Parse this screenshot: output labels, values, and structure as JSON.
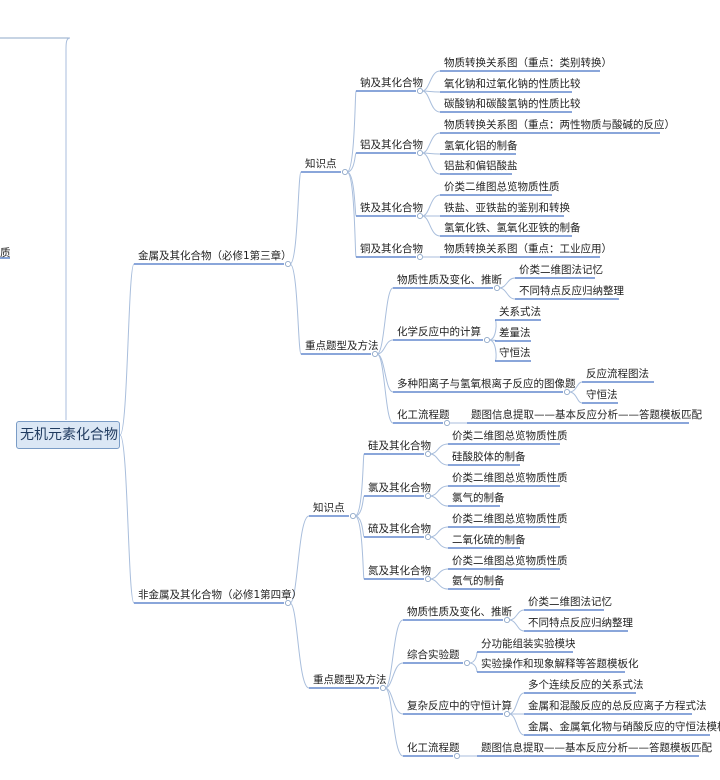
{
  "root": "无机元素化合物",
  "left_fragment": "质",
  "branches": [
    {
      "title": "金属及其化合物（必修1第三章）",
      "children": [
        {
          "title": "知识点",
          "children": [
            {
              "title": "钠及其化合物",
              "leaves": [
                "物质转换关系图（重点：类别转换）",
                "氧化钠和过氧化钠的性质比较",
                "碳酸钠和碳酸氢钠的性质比较"
              ]
            },
            {
              "title": "铝及其化合物",
              "leaves": [
                "物质转换关系图（重点：两性物质与酸碱的反应）",
                "氢氧化铝的制备",
                "铝盐和偏铝酸盐"
              ]
            },
            {
              "title": "铁及其化合物",
              "leaves": [
                "价类二维图总览物质性质",
                "铁盐、亚铁盐的鉴别和转换",
                "氢氧化铁、氢氧化亚铁的制备"
              ]
            },
            {
              "title": "铜及其化合物",
              "leaves": [
                "物质转换关系图（重点：工业应用）"
              ]
            }
          ]
        },
        {
          "title": "重点题型及方法",
          "children": [
            {
              "title": "物质性质及变化、推断",
              "leaves": [
                "价类二维图法记忆",
                "不同特点反应归纳整理"
              ]
            },
            {
              "title": "化学反应中的计算",
              "leaves": [
                "关系式法",
                "差量法",
                "守恒法"
              ]
            },
            {
              "title": "多种阳离子与氢氧根离子反应的图像题",
              "leaves": [
                "反应流程图法",
                "守恒法"
              ]
            },
            {
              "title": "化工流程题",
              "leaves": [
                "题图信息提取——基本反应分析——答题模板匹配"
              ]
            }
          ]
        }
      ]
    },
    {
      "title": "非金属及其化合物（必修1第四章）",
      "children": [
        {
          "title": "知识点",
          "children": [
            {
              "title": "硅及其化合物",
              "leaves": [
                "价类二维图总览物质性质",
                "硅酸胶体的制备"
              ]
            },
            {
              "title": "氯及其化合物",
              "leaves": [
                "价类二维图总览物质性质",
                "氯气的制备"
              ]
            },
            {
              "title": "硫及其化合物",
              "leaves": [
                "价类二维图总览物质性质",
                "二氧化硫的制备"
              ]
            },
            {
              "title": "氮及其化合物",
              "leaves": [
                "价类二维图总览物质性质",
                "氨气的制备"
              ]
            }
          ]
        },
        {
          "title": "重点题型及方法",
          "children": [
            {
              "title": "物质性质及变化、推断",
              "leaves": [
                "价类二维图法记忆",
                "不同特点反应归纳整理"
              ]
            },
            {
              "title": "综合实验题",
              "leaves": [
                "分功能组装实验模块",
                "实验操作和现象解释等答题模板化"
              ]
            },
            {
              "title": "复杂反应中的守恒计算",
              "leaves": [
                "多个连续反应的关系式法",
                "金属和混酸反应的总反应离子方程式法",
                "金属、金属氧化物与硝酸反应的守恒法模板"
              ]
            },
            {
              "title": "化工流程题",
              "leaves": [
                "题图信息提取——基本反应分析——答题模板匹配"
              ]
            }
          ]
        }
      ]
    }
  ],
  "colors": {
    "line": "#4472c4",
    "connector": "#a9bedc",
    "root_fill": "#dbe7f5",
    "root_border": "#7a9cc6"
  }
}
